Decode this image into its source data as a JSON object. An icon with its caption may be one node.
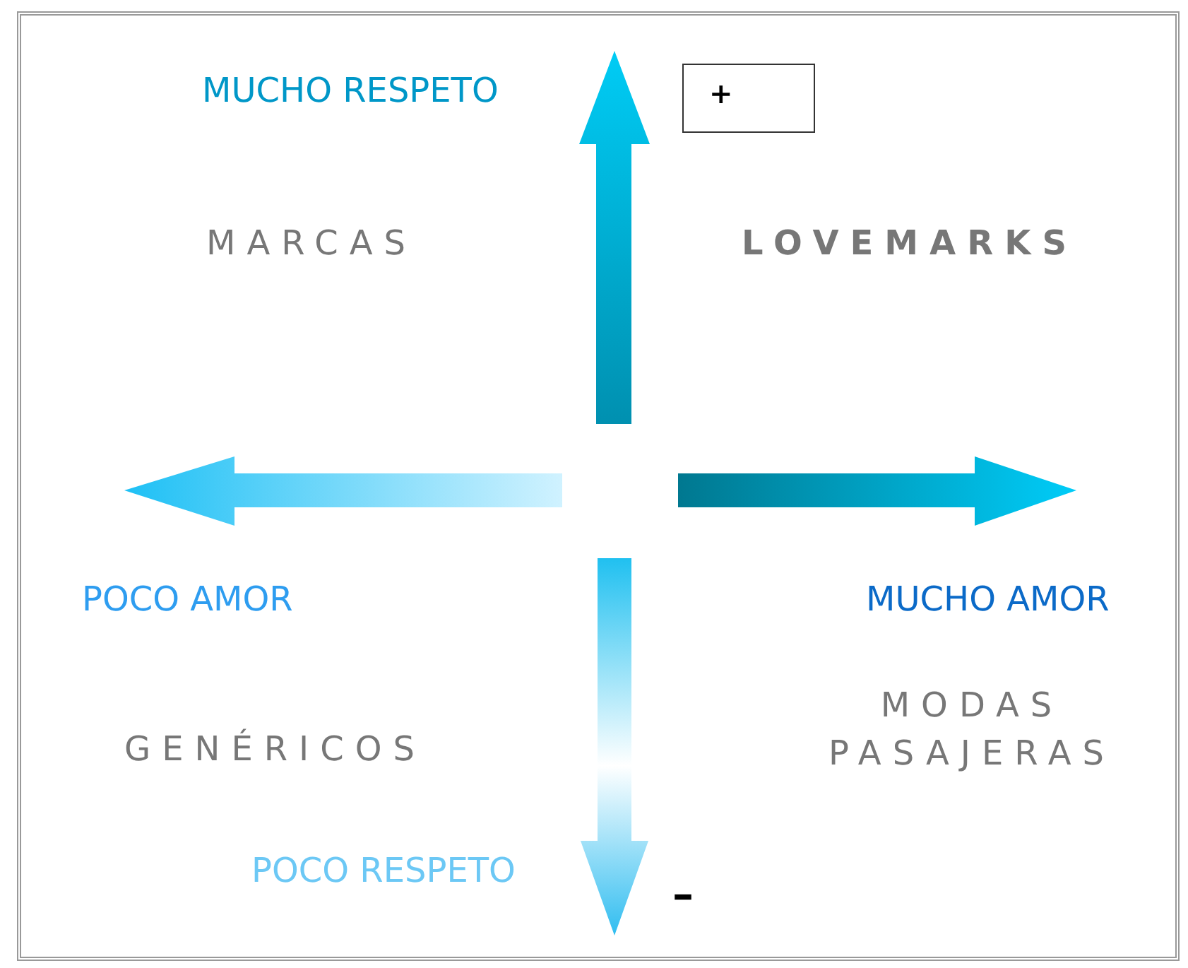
{
  "diagram": {
    "nodes": [
      {
        "text": [
          "+"
        ]
      }
    ],
    "labels": [
      "MUCHO RESPETO",
      "MARCAS",
      "LOVEMARKS",
      "POCO AMOR",
      "MUCHO AMOR",
      "MODAS PASAJERAS",
      "GENÉRICOS",
      "POCO RESPETO",
      "–"
    ]
  }
}
